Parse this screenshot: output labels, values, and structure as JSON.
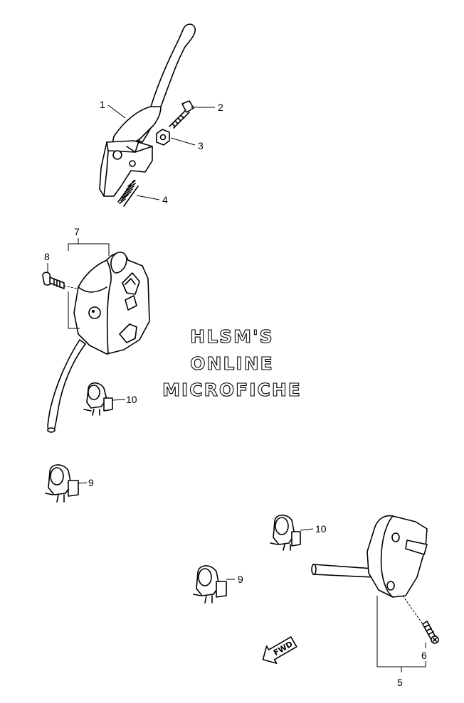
{
  "callouts": {
    "c1": "1",
    "c2": "2",
    "c3": "3",
    "c4": "4",
    "c5": "5",
    "c6": "6",
    "c7": "7",
    "c8": "8",
    "c9a": "9",
    "c9b": "9",
    "c10a": "10",
    "c10b": "10"
  },
  "watermark": {
    "line1": "HLSM'S",
    "line2": "ONLINE",
    "line3": "MICROFICHE"
  },
  "direction_arrow": {
    "label": "FWD"
  },
  "parts": [
    {
      "ref": "1",
      "icon": "brake-lever-icon"
    },
    {
      "ref": "2",
      "icon": "bolt-icon"
    },
    {
      "ref": "3",
      "icon": "nut-icon"
    },
    {
      "ref": "4",
      "icon": "spring-icon"
    },
    {
      "ref": "5",
      "icon": "right-handlebar-switch-icon"
    },
    {
      "ref": "6",
      "icon": "screw-icon"
    },
    {
      "ref": "7",
      "icon": "left-handlebar-switch-icon"
    },
    {
      "ref": "8",
      "icon": "screw-icon"
    },
    {
      "ref": "9",
      "icon": "clamp-icon"
    },
    {
      "ref": "10",
      "icon": "clamp-icon"
    }
  ]
}
